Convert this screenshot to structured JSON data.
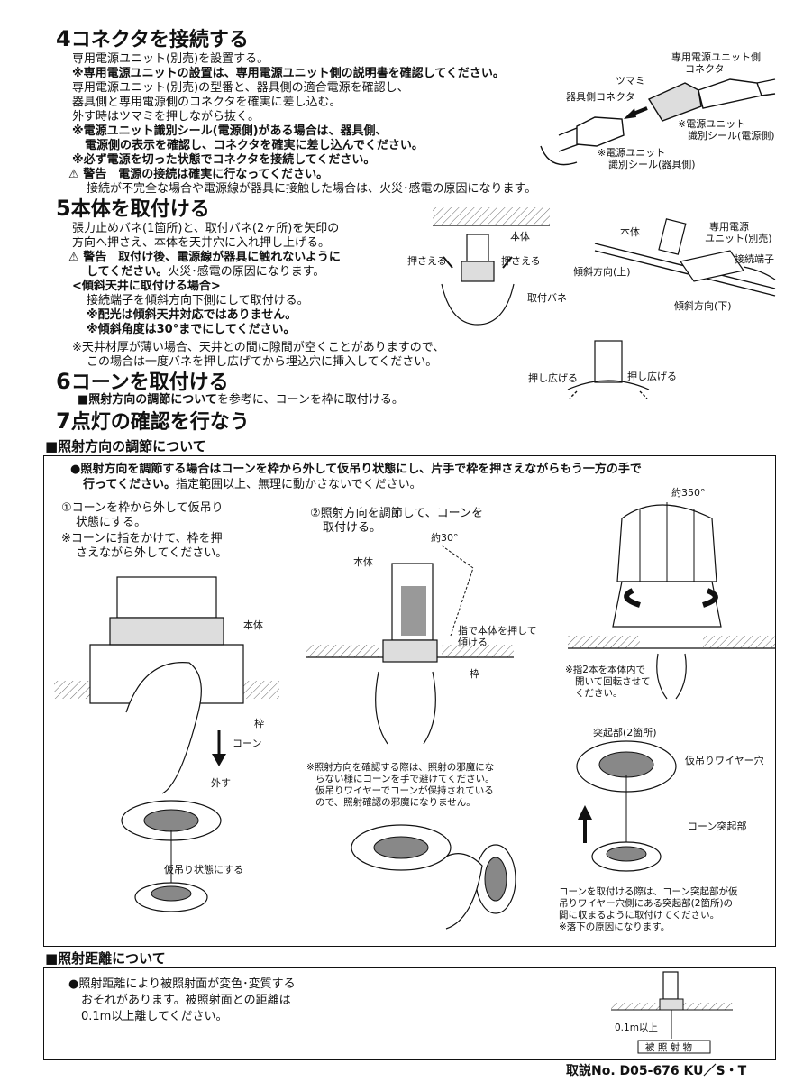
{
  "s4": {
    "num": "4",
    "title": "コネクタを接続する",
    "lines": [
      "専用電源ユニット(別売)を設置する。",
      "※専用電源ユニットの設置は、専用電源ユニット側の説明書を確認してください。",
      "専用電源ユニット(別売)の型番と、器具側の適合電源を確認し、",
      "器具側と専用電源側のコネクタを確実に差し込む。",
      "外す時はツマミを押しながら抜く。",
      "※電源ユニット識別シール(電源側)がある場合は、器具側、",
      "電源側の表示を確認し、コネクタを確実に差し込んでください。",
      "※必ず電源を切った状態でコネクタを接続してください。"
    ],
    "warning_mark": "⚠",
    "warning": "警告　電源の接続は確実に行なってください。",
    "warning_detail": "接続が不完全な場合や電源線が器具に接触した場合は、火災･感電の原因になります。",
    "fig": {
      "unit_conn": "専用電源ユニット側",
      "unit_conn2": "コネクタ",
      "knob": "ツマミ",
      "fixture_conn": "器具側コネクタ",
      "seal_power": "※電源ユニット",
      "seal_power2": "識別シール(電源側)",
      "seal_fixture": "※電源ユニット",
      "seal_fixture2": "識別シール(器具側)"
    }
  },
  "s5": {
    "num": "5",
    "title": "本体を取付ける",
    "lines": [
      "張力止めバネ(1箇所)と、取付バネ(2ヶ所)を矢印の",
      "方向へ押さえ、本体を天井穴に入れ押し上げる。"
    ],
    "warning_mark": "⚠",
    "warning1": "警告　取付け後、電源線が器具に触れないように",
    "warning2": "してください。",
    "warning2_rest": "火災･感電の原因になります。",
    "slope_head": "<傾斜天井に取付ける場合>",
    "slope_line": "接続端子を傾斜方向下側にして取付ける。",
    "slope_b1": "※配光は傾斜天井対応ではありません。",
    "slope_b2": "※傾斜角度は30°までにしてください。",
    "note1": "※天井材厚が薄い場合、天井との間に隙間が空くことがありますので、",
    "note2": "この場合は一度バネを押し広げてから埋込穴に挿入してください。",
    "fig": {
      "body": "本体",
      "press_l": "押さえる",
      "press_r": "押さえる",
      "spring": "取付バネ",
      "body2": "本体",
      "psu": "専用電源",
      "psu2": "ユニット(別売)",
      "terminal": "接続端子",
      "slope_up": "傾斜方向(上)",
      "slope_down": "傾斜方向(下)"
    }
  },
  "s6": {
    "num": "6",
    "title": "コーンを取付ける",
    "ref_b": "■照射方向の調節について",
    "ref_rest": "を参考に、コーンを枠に取付ける。",
    "spread_l": "押し広げる",
    "spread_r": "押し広げる"
  },
  "s7": {
    "num": "7",
    "title": "点灯の確認を行なう"
  },
  "dir": {
    "header": "■照射方向の調節について",
    "intro_b1": "●照射方向を調節する場合はコーンを枠から外して仮吊り状態にし、片手で枠を押さえながらもう一方の手で",
    "intro_b2": "行ってください。",
    "intro_rest": "指定範囲以上、無理に動かさないでください。",
    "step1_1": "①コーンを枠から外して仮吊り",
    "step1_2": "状態にする。",
    "step1_3": "※コーンに指をかけて、枠を押",
    "step1_4": "さえながら外してください。",
    "f1_body": "本体",
    "f1_frame": "枠",
    "f1_cone": "コーン",
    "f1_remove": "外す",
    "f1_hang": "仮吊り状態にする",
    "step2_1": "②照射方向を調節して、コーンを",
    "step2_2": "取付ける。",
    "f2_angle": "約30°",
    "f2_body": "本体",
    "f2_tilt1": "指で本体を押して",
    "f2_tilt2": "傾ける",
    "f2_frame": "枠",
    "note2_1": "※照射方向を確認する際は、照射の邪魔にな",
    "note2_2": "らない様にコーンを手で避けてください。",
    "note2_3": "仮吊りワイヤーでコーンが保持されている",
    "note2_4": "ので、照射確認の邪魔になりません。",
    "f3_angle": "約350°",
    "f3_n1": "※指2本を本体内で",
    "f3_n2": "開いて回転させて",
    "f3_n3": "ください。",
    "f4_proj": "突起部(2箇所)",
    "f4_wire": "仮吊りワイヤー穴",
    "f4_cone": "コーン突起部",
    "f4_n1": "コーンを取付ける際は、コーン突起部が仮",
    "f4_n2": "吊りワイヤー穴側にある突起部(2箇所)の",
    "f4_n3": "間に収まるように取付けてください。",
    "f4_n4": "※落下の原因になります。"
  },
  "dist": {
    "header": "■照射距離について",
    "l1": "●照射距離により被照射面が変色･変質する",
    "l2": "おそれがあります。被照射面との距離は",
    "l3": "0.1m以上離してください。",
    "f_dist": "0.1m以上",
    "f_obj": "被 照 射 物"
  },
  "footer": "取説No. D05-676 KU／S・T"
}
